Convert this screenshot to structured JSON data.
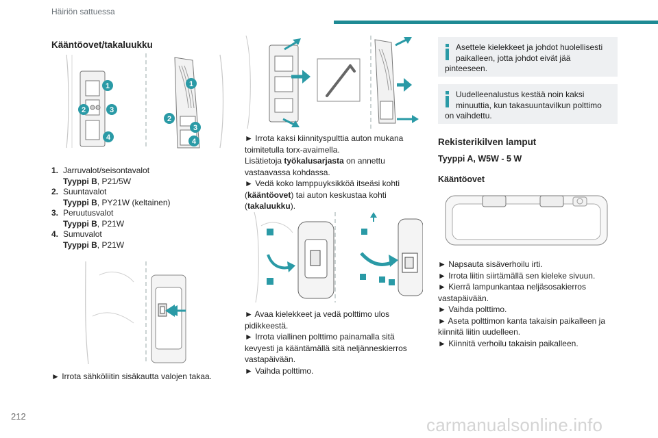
{
  "header": {
    "section": "Häiriön sattuessa"
  },
  "page_number": "212",
  "watermark": "carmanualsonline.info",
  "col1": {
    "heading": "Kääntöovet/takaluukku",
    "callouts": [
      "1",
      "2",
      "3",
      "4"
    ],
    "lamps": [
      {
        "num": "1.",
        "name": "Jarruvalot/seisontavalot",
        "type": "Tyyppi B",
        "bulb": ", P21/5W"
      },
      {
        "num": "2.",
        "name": "Suuntavalot",
        "type": "Tyyppi B",
        "bulb": ", PY21W (keltainen)"
      },
      {
        "num": "3.",
        "name": "Peruutusvalot",
        "type": "Tyyppi B",
        "bulb": ", P21W"
      },
      {
        "num": "4.",
        "name": "Sumuvalot",
        "type": "Tyyppi B",
        "bulb": ", P21W"
      }
    ],
    "step": "► Irrota sähköliitin sisäkautta valojen takaa."
  },
  "col2": {
    "p1_line1": "► Irrota kaksi kiinnityspulttia auton mukana toimitetulla torx-avaimella.",
    "p1_pre": "Lisätietoja ",
    "p1_bold": "työkalusarjasta",
    "p1_post": " on annettu vastaavassa kohdassa.",
    "p2_pre": "► Vedä koko lamppuyksikköä itseäsi kohti (",
    "p2_bold1": "kääntöovet",
    "p2_mid": ") tai auton keskustaa kohti (",
    "p2_bold2": "takaluukku",
    "p2_post": ").",
    "steps2": [
      "► Avaa kielekkeet ja vedä polttimo ulos pidikkeestä.",
      "► Irrota viallinen polttimo painamalla sitä kevyesti ja kääntämällä sitä neljänneskierros vastapäivään.",
      "► Vaihda polttimo."
    ]
  },
  "col3": {
    "info1": "Asettele kielekkeet ja johdot huolellisesti paikalleen, jotta johdot eivät jää pinteeseen.",
    "info2": "Uudelleenalustus kestää noin kaksi minuuttia, kun takasuuntavilkun polttimo on vaihdettu.",
    "heading": "Rekisterikilven lamput",
    "type_line": "Tyyppi A, W5W - 5 W",
    "sub": "Kääntöovet",
    "steps": [
      "► Napsauta sisäverhoilu irti.",
      "► Irrota liitin siirtämällä sen kieleke sivuun.",
      "► Kierrä lampunkantaa neljäsosakierros vastapäivään.",
      "► Vaihda polttimo.",
      "► Aseta polttimon kanta takaisin paikalleen ja kiinnitä liitin uudelleen.",
      "► Kiinnitä verhoilu takaisin paikalleen."
    ]
  },
  "colors": {
    "accent": "#1e8a94",
    "info_bg": "#eef0f2",
    "arrow": "#2a9aa6"
  }
}
